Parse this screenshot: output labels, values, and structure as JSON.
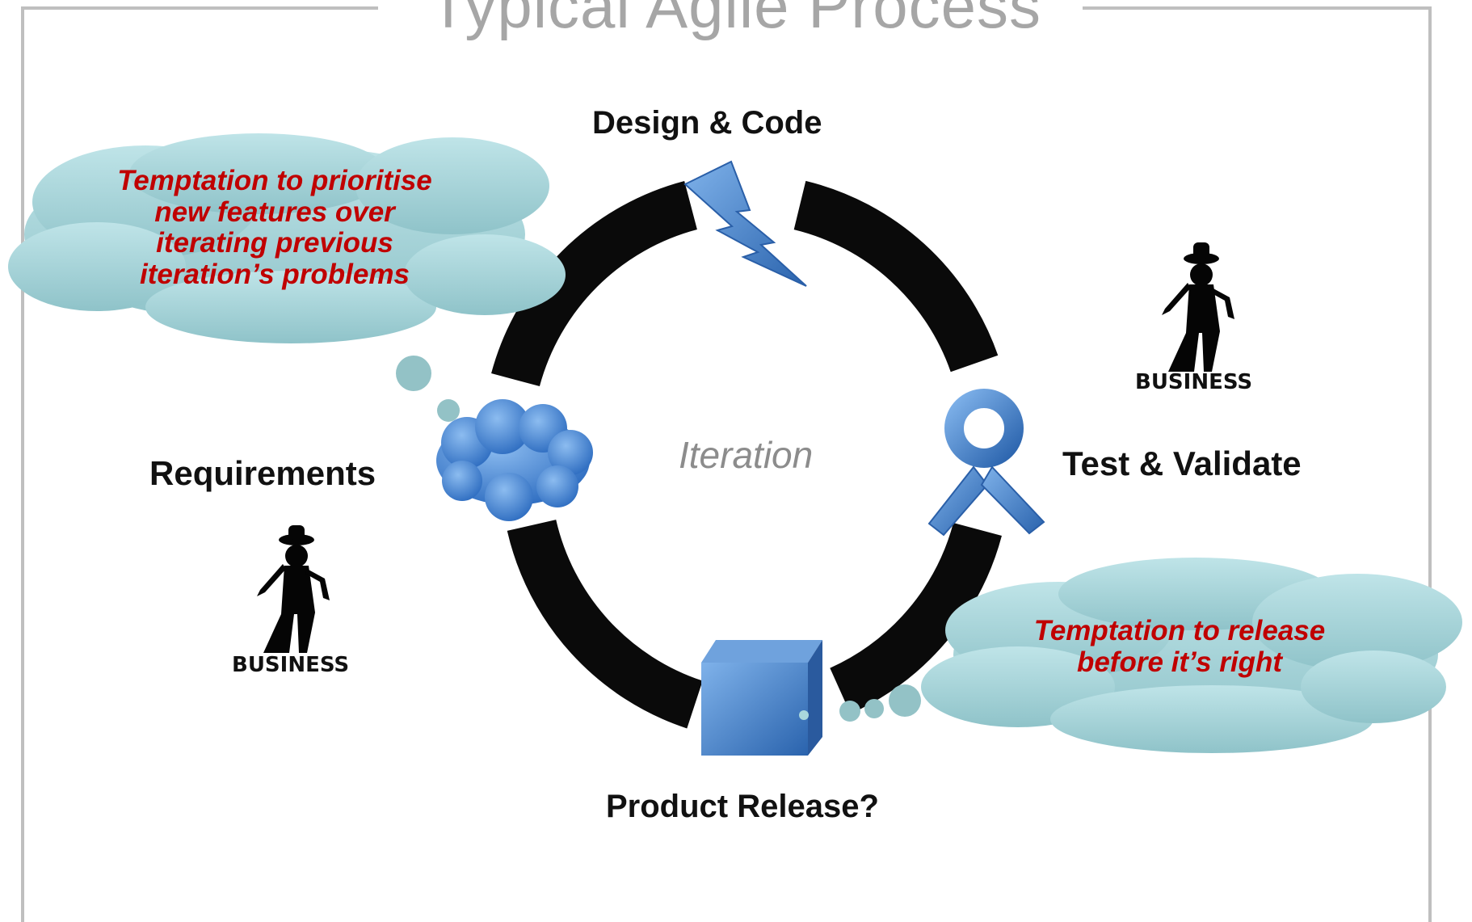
{
  "title": "Typical Agile Process",
  "center_label": "Iteration",
  "stages": {
    "design": "Design & Code",
    "test": "Test & Validate",
    "release": "Product Release?",
    "requirements": "Requirements"
  },
  "thoughts": {
    "left": [
      "Temptation to prioritise",
      "new features over",
      "iterating previous",
      "iteration’s problems"
    ],
    "right": [
      "Temptation to release",
      "before it’s right"
    ]
  },
  "business_label": "BUSINESS",
  "colors": {
    "arc": "#0a0a0a",
    "icon_blue": "#3f7fc9",
    "cloud_fill": "#a9d7dc",
    "thought_text": "#c00000",
    "frame": "#bfbfbf"
  },
  "icons": [
    "lightning-icon",
    "person-icon",
    "box-icon",
    "cloud-icon",
    "business-person-icon"
  ]
}
